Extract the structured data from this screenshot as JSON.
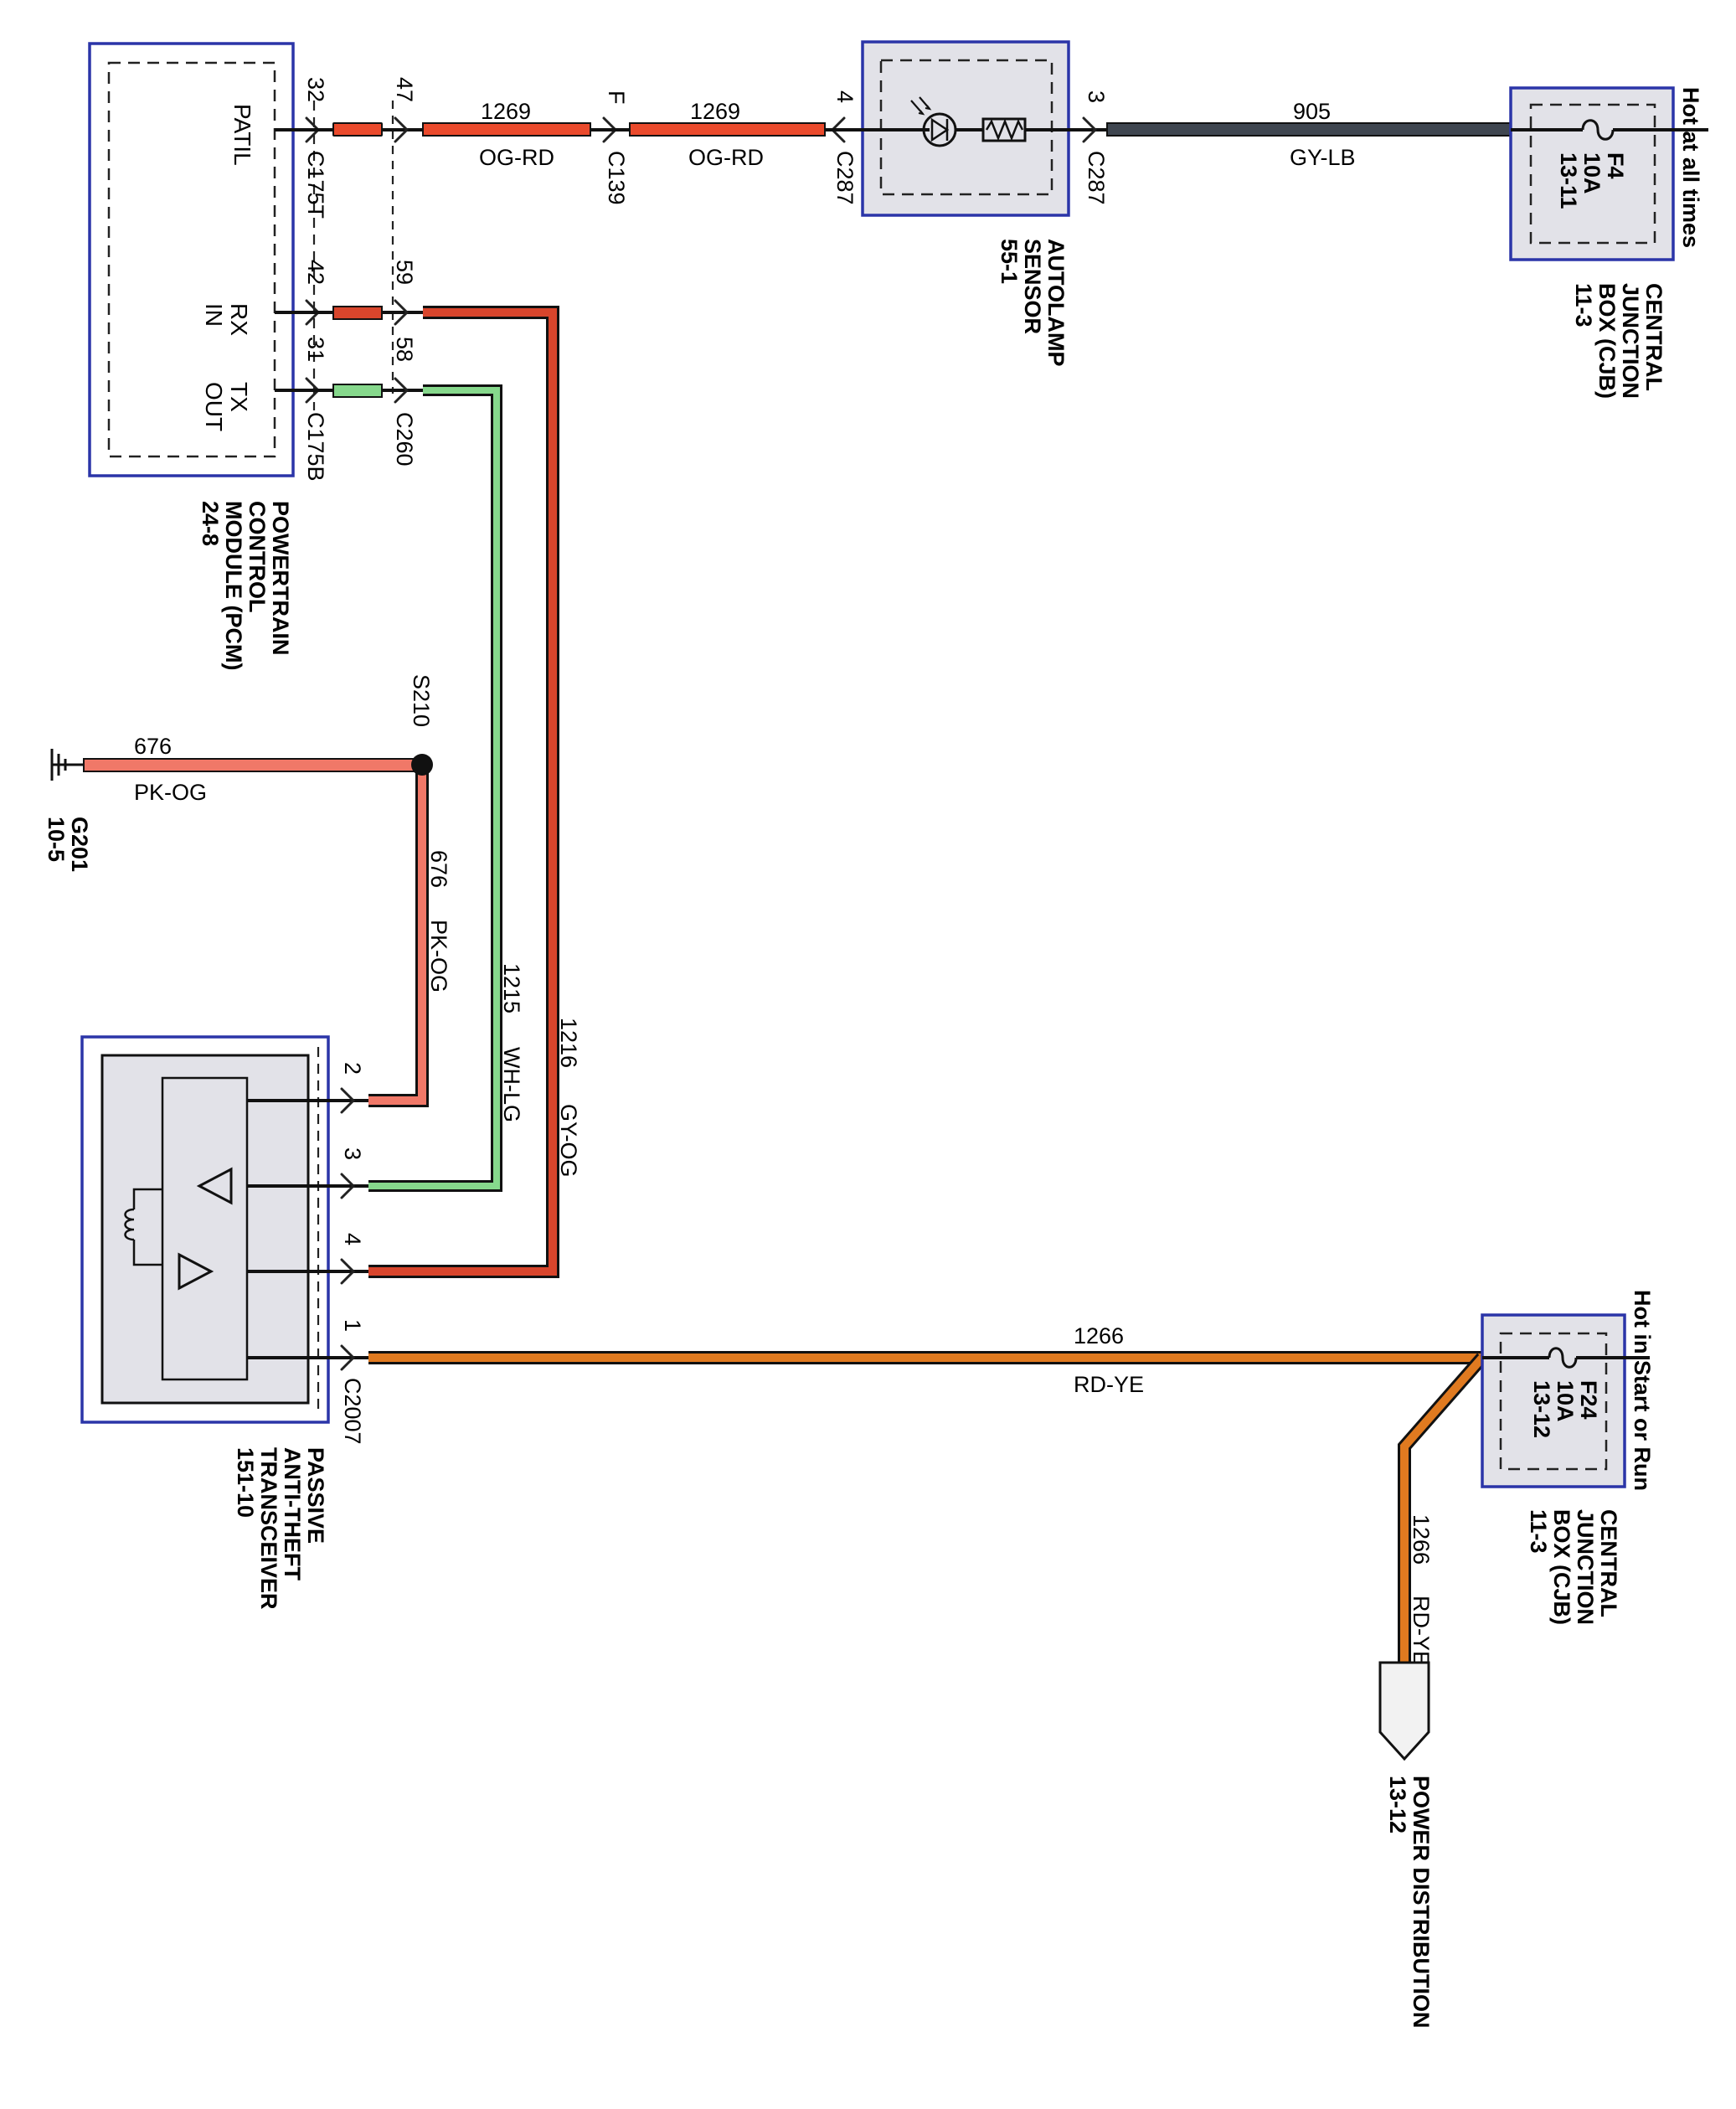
{
  "colors": {
    "og_rd": "#ea4a2c",
    "gy_lb": "#3f4650",
    "gy_og": "#d8452c",
    "wh_lg": "#86d88c",
    "pk_og": "#f07868",
    "rd_ye": "#e07a20",
    "wire_edge": "#111111",
    "box_border": "#2b35a8"
  },
  "modules": {
    "pcm": {
      "title": [
        "POWERTRAIN",
        "CONTROL",
        "MODULE (PCM)",
        "24-8"
      ],
      "pin_labels": {
        "patil": "PATIL",
        "rx": "RX",
        "rx_in": "IN",
        "tx": "TX",
        "tx_out": "OUT"
      }
    },
    "autolamp": {
      "title": [
        "AUTOLAMP",
        "SENSOR",
        "55-1"
      ]
    },
    "cjb_top": {
      "title": [
        "CENTRAL",
        "JUNCTION",
        "BOX (CJB)",
        "11-3"
      ],
      "fuse": [
        "F4",
        "10A",
        "13-11"
      ],
      "feed": "Hot at all times"
    },
    "cjb_bottom": {
      "title": [
        "CENTRAL",
        "JUNCTION",
        "BOX (CJB)",
        "11-3"
      ],
      "fuse": [
        "F24",
        "10A",
        "13-12"
      ],
      "feed": "Hot in Start or Run"
    },
    "pats": {
      "title": [
        "PASSIVE",
        "ANTI-THEFT",
        "TRANSCEIVER",
        "151-10"
      ]
    },
    "power_distribution": {
      "title": [
        "POWER DISTRIBUTION",
        "13-12"
      ]
    },
    "ground": {
      "title": [
        "G201",
        "10-5"
      ]
    },
    "splice": {
      "label": "S210"
    }
  },
  "connectors": {
    "c175t": "C175T",
    "c175b": "C175B",
    "c260": "C260",
    "c139": "C139",
    "c287_left": "C287",
    "c287_right": "C287",
    "c2007": "C2007"
  },
  "pins": {
    "pcm_patil": "32",
    "pcm_rx": "42",
    "pcm_tx": "31",
    "c260_patil": "47",
    "c260_rx": "59",
    "c260_tx": "58",
    "c139": "F",
    "c287_left": "4",
    "c287_right": "3",
    "pats_2": "2",
    "pats_3": "3",
    "pats_4": "4",
    "pats_1": "1"
  },
  "wires": {
    "w1269a": {
      "circuit": "1269",
      "color": "OG-RD"
    },
    "w1269b": {
      "circuit": "1269",
      "color": "OG-RD"
    },
    "w905": {
      "circuit": "905",
      "color": "GY-LB"
    },
    "w676h": {
      "circuit": "676",
      "color": "PK-OG"
    },
    "w676v": {
      "circuit": "676",
      "color": "PK-OG"
    },
    "w1215": {
      "circuit": "1215",
      "color": "WH-LG"
    },
    "w1216": {
      "circuit": "1216",
      "color": "GY-OG"
    },
    "w1266h": {
      "circuit": "1266",
      "color": "RD-YE"
    },
    "w1266v": {
      "circuit": "1266",
      "color": "RD-YE"
    }
  }
}
